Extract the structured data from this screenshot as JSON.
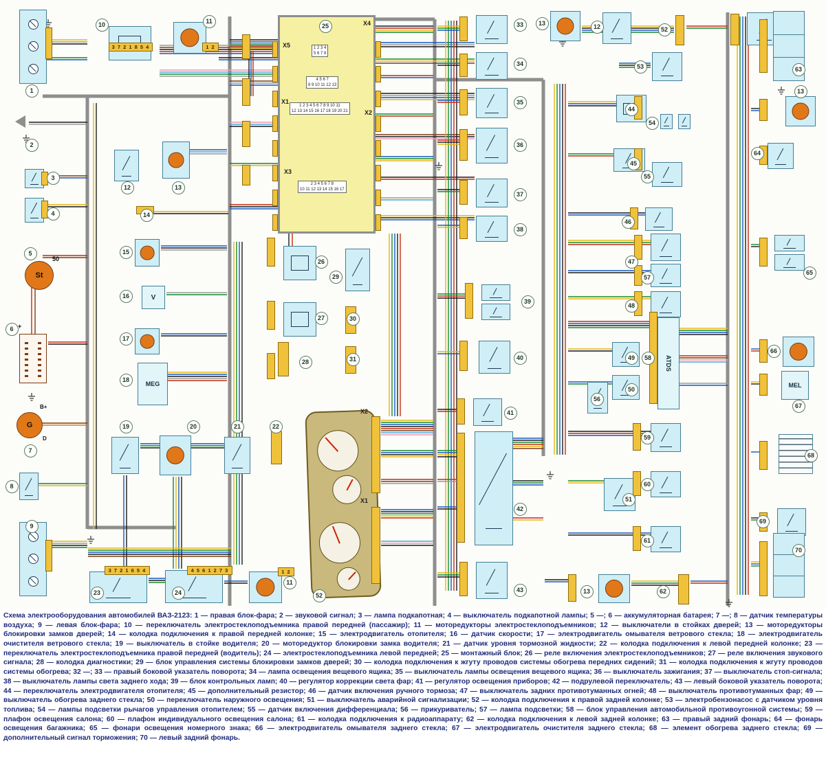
{
  "title": "Схема электрооборудования автомобилей ВАЗ-2123",
  "colors": {
    "mounting_block_fill": "#f6f1a2",
    "component_box_fill": "#cfeef6",
    "connector_strip_fill": "#f0c23c",
    "cluster_fill": "#c9b97c",
    "caption_text": "#1f2c78",
    "motor_fill": "#e0781a",
    "needle_red": "#cc2200"
  },
  "labels": {
    "st": "St",
    "pin50": "50",
    "g": "G",
    "bplus": "B+",
    "d": "D",
    "plus": "+",
    "v": "V",
    "meg": "MEG",
    "mel": "MEL",
    "atds": "ATDS"
  },
  "montage": {
    "num": "25",
    "x1": "X1",
    "x2": "X2",
    "x3": "X3",
    "x4": "X4",
    "x5": "X5",
    "grids": {
      "g1": [
        "1 2 3 4",
        "5 6 7 8"
      ],
      "g2": [
        "4 5 6 7",
        "8 9 10 11 12 13"
      ],
      "g3": [
        "1 2 3 4 5 6 7 8 9 10 11",
        "12 13 14 15 16 17 18 19 20 21"
      ],
      "g4": [
        "2 3 4 5 6 7 8",
        "10 11 12 13 14 15 16 17"
      ]
    }
  },
  "cluster": {
    "x1": "X1",
    "x2": "X2"
  },
  "strips": {
    "a": "3 7 2 1 8 5 4",
    "b": "1 2",
    "c": "3 7 2 1 6 5 4",
    "d": "4 5 6 1 2 7 3"
  },
  "callouts": [
    "1",
    "2",
    "3",
    "4",
    "5",
    "6",
    "7",
    "8",
    "9",
    "10",
    "11",
    "12",
    "13",
    "14",
    "15",
    "16",
    "17",
    "18",
    "19",
    "20",
    "21",
    "22",
    "23",
    "24",
    "11",
    "25",
    "26",
    "27",
    "28",
    "29",
    "30",
    "31",
    "52",
    "33",
    "34",
    "35",
    "36",
    "37",
    "38",
    "39",
    "40",
    "41",
    "42",
    "43",
    "13",
    "12",
    "52",
    "53",
    "44",
    "54",
    "45",
    "55",
    "46",
    "47",
    "57",
    "48",
    "49",
    "58",
    "50",
    "56",
    "59",
    "60",
    "51",
    "61",
    "13",
    "62",
    "63",
    "13",
    "64",
    "65",
    "66",
    "67",
    "68",
    "69",
    "70"
  ],
  "components": [
    {
      "num": "1",
      "name": "правая блок-фара"
    },
    {
      "num": "2",
      "name": "звуковой сигнал"
    },
    {
      "num": "3",
      "name": "лампа подкапотная"
    },
    {
      "num": "4",
      "name": "выключатель подкапотной лампы"
    },
    {
      "num": "5",
      "name": ""
    },
    {
      "num": "6",
      "name": "аккумуляторная батарея"
    },
    {
      "num": "7",
      "name": ""
    },
    {
      "num": "8",
      "name": "датчик температуры воздуха"
    },
    {
      "num": "9",
      "name": "левая блок-фара"
    },
    {
      "num": "10",
      "name": "переключатель электростеклоподъемника правой передней (пассажир)"
    },
    {
      "num": "11",
      "name": "моторедукторы электростеклоподъемников"
    },
    {
      "num": "12",
      "name": "выключатели в стойках дверей"
    },
    {
      "num": "13",
      "name": "моторедукторы блокировки замков дверей"
    },
    {
      "num": "14",
      "name": "колодка подключения к правой передней колонке"
    },
    {
      "num": "15",
      "name": "электродвигатель отопителя"
    },
    {
      "num": "16",
      "name": "датчик скорости"
    },
    {
      "num": "17",
      "name": "электродвигатель омывателя ветрового стекла"
    },
    {
      "num": "18",
      "name": "электродвигатель очистителя ветрового стекла"
    },
    {
      "num": "19",
      "name": "выключатель в стойке водителя"
    },
    {
      "num": "20",
      "name": "моторедуктор блокировки замка водителя"
    },
    {
      "num": "21",
      "name": "датчик уровня тормозной жидкости"
    },
    {
      "num": "22",
      "name": "колодка подключения к левой передней колонке"
    },
    {
      "num": "23",
      "name": "переключатель электростеклоподъемника правой передней (водитель)"
    },
    {
      "num": "24",
      "name": "электростеклоподъемника левой передней"
    },
    {
      "num": "25",
      "name": "монтажный блок"
    },
    {
      "num": "26",
      "name": "реле включения электростеклоподъемников"
    },
    {
      "num": "27",
      "name": "реле включения звукового сигнала"
    },
    {
      "num": "28",
      "name": "колодка диагностики"
    },
    {
      "num": "29",
      "name": "блок управления системы блокировки замков дверей"
    },
    {
      "num": "30",
      "name": "колодка подключения к жгуту проводов системы обогрева передних сидений"
    },
    {
      "num": "31",
      "name": "колодка подключения к жгуту проводов системы обогрева"
    },
    {
      "num": "32",
      "name": ""
    },
    {
      "num": "33",
      "name": "правый боковой указатель поворота"
    },
    {
      "num": "34",
      "name": "лампа освещения вещевого ящика"
    },
    {
      "num": "35",
      "name": "выключатель лампы освещения вещевого ящика"
    },
    {
      "num": "36",
      "name": "выключатель зажигания"
    },
    {
      "num": "37",
      "name": "выключатель стоп-сигнала"
    },
    {
      "num": "38",
      "name": "выключатель лампы света заднего хода"
    },
    {
      "num": "39",
      "name": "блок контрольных ламп"
    },
    {
      "num": "40",
      "name": "регулятор коррекции света фар"
    },
    {
      "num": "41",
      "name": "регулятор освещения приборов"
    },
    {
      "num": "42",
      "name": "подрулевой переключатель"
    },
    {
      "num": "43",
      "name": "левый боковой указатель поворота"
    },
    {
      "num": "44",
      "name": "переключатель электродвигателя отопителя"
    },
    {
      "num": "45",
      "name": "дополнительный резистор"
    },
    {
      "num": "46",
      "name": "датчик включения ручного тормоза"
    },
    {
      "num": "47",
      "name": "выключатель задних противотуманных огней"
    },
    {
      "num": "48",
      "name": "выключатель противотуманных фар"
    },
    {
      "num": "49",
      "name": "выключатель обогрева заднего стекла"
    },
    {
      "num": "50",
      "name": "переключатель наружного освещения"
    },
    {
      "num": "51",
      "name": "выключатель аварийной сигнализации"
    },
    {
      "num": "52",
      "name": "колодка подключения к правой задней колонке"
    },
    {
      "num": "53",
      "name": "электробензонасос с датчиком уровня топлива"
    },
    {
      "num": "54",
      "name": "лампы подсветки рычагов управления отопителем"
    },
    {
      "num": "55",
      "name": "датчик включения дифференциала"
    },
    {
      "num": "56",
      "name": "прикуриватель"
    },
    {
      "num": "57",
      "name": "лампа подсветки"
    },
    {
      "num": "58",
      "name": "блок управления автомобильной противоугонной системы"
    },
    {
      "num": "59",
      "name": "плафон освещения салона"
    },
    {
      "num": "60",
      "name": "плафон индивидуального освещения салона"
    },
    {
      "num": "61",
      "name": "колодка подключения к радиоаппарату"
    },
    {
      "num": "62",
      "name": "колодка подключения к левой задней колонке"
    },
    {
      "num": "63",
      "name": "правый задний фонарь"
    },
    {
      "num": "64",
      "name": "фонарь освещения багажника"
    },
    {
      "num": "65",
      "name": "фонари освещения номерного знака"
    },
    {
      "num": "66",
      "name": "электродвигатель омывателя заднего стекла"
    },
    {
      "num": "67",
      "name": "электродвигатель очистителя заднего стекла"
    },
    {
      "num": "68",
      "name": "элемент обогрева заднего стекла"
    },
    {
      "num": "69",
      "name": "дополнительный сигнал торможения"
    },
    {
      "num": "70",
      "name": "левый задний фонарь"
    }
  ]
}
